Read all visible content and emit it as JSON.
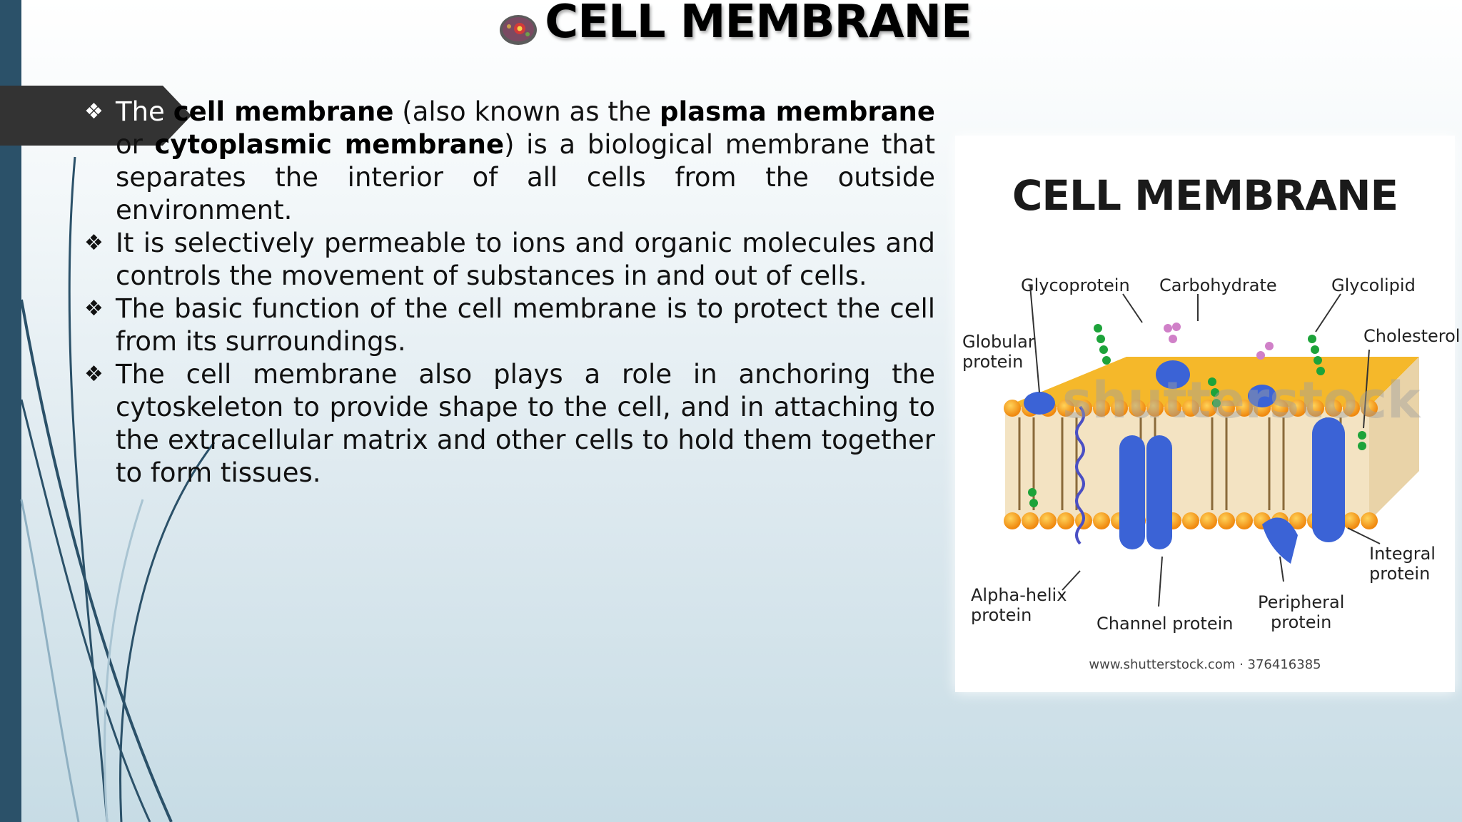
{
  "slide": {
    "title": "CELL MEMBRANE",
    "title_icon": "cell-icon"
  },
  "bullets": [
    {
      "parts": [
        {
          "text": "The ",
          "bold": false,
          "role": "the"
        },
        {
          "text": "cell membrane",
          "bold": true
        },
        {
          "text": " (also known as the ",
          "bold": false
        },
        {
          "text": "plasma membrane",
          "bold": true
        },
        {
          "text": " or ",
          "bold": false
        },
        {
          "text": "cytoplasmic membrane",
          "bold": true
        },
        {
          "text": ") is a biological membrane that separates the interior of all cells from the outside environment.",
          "bold": false
        }
      ]
    },
    {
      "parts": [
        {
          "text": "It is selectively permeable to ions and organic molecules and controls the movement of substances in and out of cells.",
          "bold": false
        }
      ]
    },
    {
      "parts": [
        {
          "text": "The basic function of the cell membrane is to protect the cell from its surroundings.",
          "bold": false
        }
      ]
    },
    {
      "parts": [
        {
          "text": "The cell membrane also plays a role in anchoring the cytoskeleton to provide shape to the cell, and in attaching to the extracellular matrix and other cells to hold them together to form tissues.",
          "bold": false
        }
      ]
    }
  ],
  "bullet_symbol": "❖",
  "figure": {
    "title": "CELL MEMBRANE",
    "labels": {
      "glycoprotein": "Glycoprotein",
      "carbohydrate": "Carbohydrate",
      "glycolipid": "Glycolipid",
      "globular_1": "Globular",
      "globular_2": "protein",
      "cholesterol": "Cholesterol",
      "integral_1": "Integral",
      "integral_2": "protein",
      "alpha_1": "Alpha-helix",
      "alpha_2": "protein",
      "channel": "Channel protein",
      "peripheral_1": "Peripheral",
      "peripheral_2": "protein"
    },
    "watermark": "shutterstock",
    "credit": "www.shutterstock.com · 376416385"
  },
  "colors": {
    "side_bar": "#2b5169",
    "tab": "#333333",
    "lipid_head": "#f5a623",
    "protein": "#3b63d6"
  }
}
